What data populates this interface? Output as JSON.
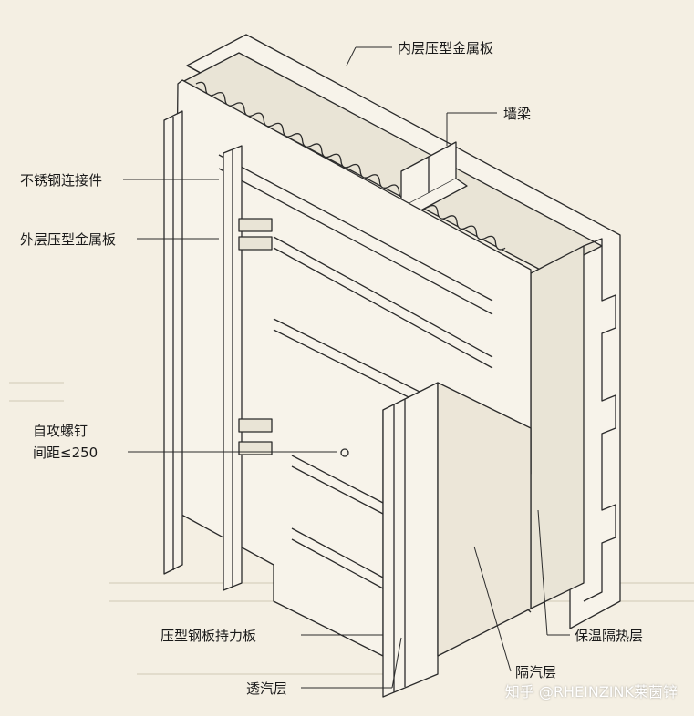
{
  "labels": {
    "inner_panel": "内层压型金属板",
    "wall_beam": "墙梁",
    "stainless_connector": "不锈钢连接件",
    "outer_panel": "外层压型金属板",
    "self_tapping_screw_line1": "自攻螺钉",
    "self_tapping_screw_line2": "间距≤250",
    "load_bearing_deck": "压型钢板持力板",
    "insulation_layer": "保温隔热层",
    "vapor_barrier": "隔汽层",
    "breathable_layer": "透汽层"
  },
  "watermark": "知乎 @RHEINZINK莱茵锌",
  "colors": {
    "background": "#f4efe3",
    "line": "#2b2b2b",
    "insulation_fill": "#e9e4d6",
    "panel_fill": "#f7f3ea"
  }
}
